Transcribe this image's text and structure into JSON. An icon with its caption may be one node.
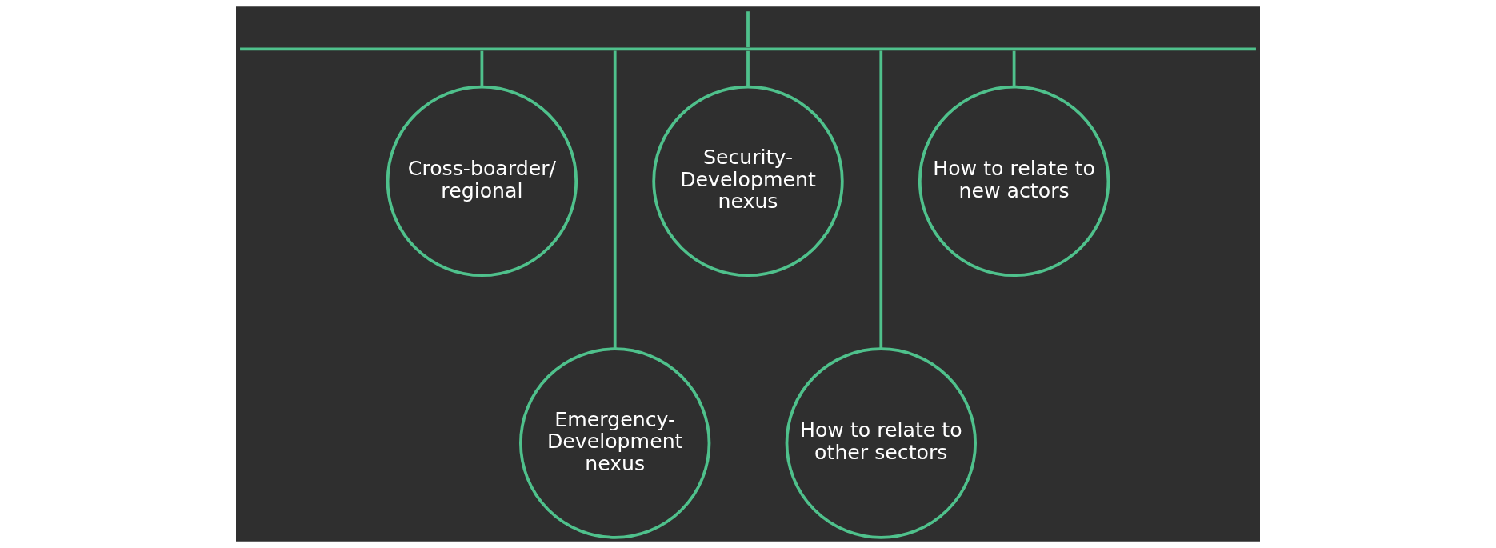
{
  "diagram": {
    "nodes": [
      {
        "text": [],
        "shape": "bar"
      },
      {
        "text": [
          "Cross-boarder/ regional"
        ]
      },
      {
        "text": [
          "Emergency- Development nexus"
        ]
      },
      {
        "text": [
          "Security- Development nexus"
        ]
      },
      {
        "text": [
          "How to relate to other sectors"
        ]
      },
      {
        "text": [
          "How to relate to new actors"
        ]
      }
    ],
    "edges": [
      {
        "from": null,
        "to": 0,
        "arrow": "none"
      },
      {
        "from": 0,
        "to": 1,
        "arrow": "none"
      },
      {
        "from": 0,
        "to": 2,
        "arrow": "none"
      },
      {
        "from": 0,
        "to": 3,
        "arrow": "none"
      },
      {
        "from": 0,
        "to": 4,
        "arrow": "none"
      },
      {
        "from": 0,
        "to": 5,
        "arrow": "none"
      }
    ]
  }
}
